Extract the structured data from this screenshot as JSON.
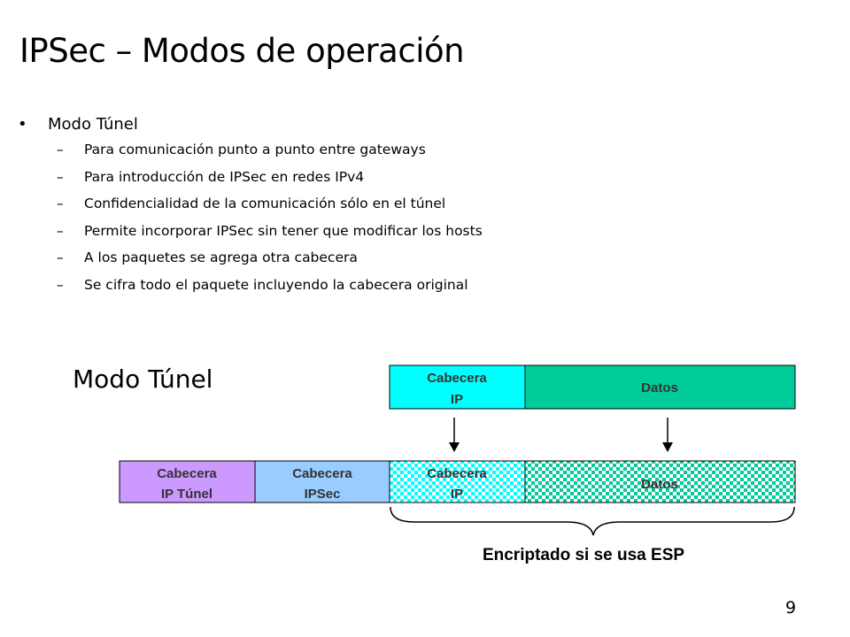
{
  "slide": {
    "title": "IPSec – Modos de operación",
    "page_number": "9"
  },
  "bullets": {
    "main": "Modo Túnel",
    "bullet_char": "•",
    "dash_char": "–",
    "items": [
      "Para comunicación punto a punto entre gateways",
      "Para introducción de IPSec en redes IPv4",
      "Confidencialidad de la comunicación sólo en el túnel",
      "Permite incorporar IPSec sin tener que modificar los hosts",
      "A los paquetes se agrega otra cabecera",
      "Se cifra todo el paquete incluyendo la cabecera original"
    ]
  },
  "diagram": {
    "label": "Modo Túnel",
    "top_packet": [
      {
        "lines": [
          "Cabecera",
          "IP"
        ],
        "color": "#00ffff"
      },
      {
        "lines": [
          "Datos"
        ],
        "color": "#00cc99"
      }
    ],
    "bottom_packet": [
      {
        "lines": [
          "Cabecera",
          "IP Túnel"
        ],
        "color": "#cc99ff"
      },
      {
        "lines": [
          "Cabecera",
          "IPSec"
        ],
        "color": "#99ccff"
      },
      {
        "lines": [
          "Cabecera",
          "IP"
        ],
        "color": "#00ffff",
        "pattern": "checker"
      },
      {
        "lines": [
          "Datos"
        ],
        "color": "#00cc99",
        "pattern": "checker"
      }
    ],
    "brace_label": "Encriptado si se usa ESP"
  },
  "colors": {
    "text": "#000000",
    "box_border": "#000000",
    "cell_text": "#333333"
  }
}
